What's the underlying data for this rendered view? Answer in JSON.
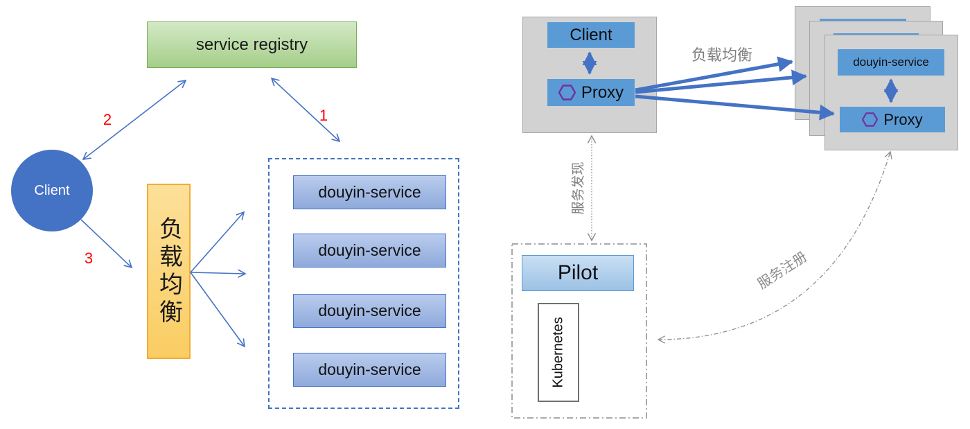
{
  "left_diagram": {
    "service_registry_label": "service registry",
    "client_label": "Client",
    "load_balancer_label": "负载均衡",
    "step_labels": {
      "one": "1",
      "two": "2",
      "three": "3"
    },
    "service_instances": [
      "douyin-service",
      "douyin-service",
      "douyin-service",
      "douyin-service"
    ]
  },
  "right_diagram": {
    "client_panel": {
      "client_label": "Client",
      "proxy_label": "Proxy"
    },
    "load_balance_label": "负载均衡",
    "service_discovery_label": "服务发现",
    "service_registration_label": "服务注册",
    "service_panel": {
      "service_label": "douyin-service",
      "proxy_label": "Proxy"
    },
    "pilot_panel": {
      "pilot_label": "Pilot",
      "kubernetes_label": "Kubernetes"
    }
  },
  "icons": {
    "proxy_hexagon": "hexagon-outline-icon"
  },
  "colors": {
    "accent_blue_arrow": "#4472c4",
    "client_circle_blue": "#4472c4",
    "box_blue": "#5b9bd5",
    "service_box_blue": "#8ea9db",
    "registry_green": "#a5ce89",
    "load_balancer_orange": "#facd62",
    "panel_gray": "#d2d2d2",
    "label_gray": "#7f7f7f",
    "step_red": "#ff0000",
    "hexagon_purple": "#7030a0"
  }
}
